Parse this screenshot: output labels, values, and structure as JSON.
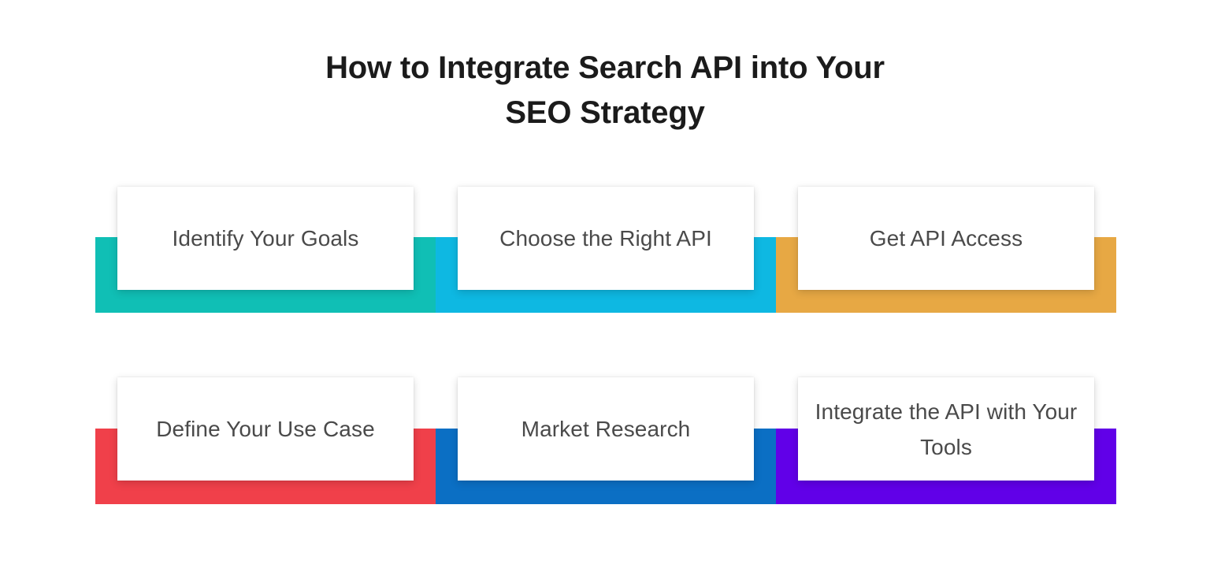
{
  "title": {
    "line1": "How to Integrate Search API into Your",
    "line2": "SEO Strategy",
    "full": "How to Integrate Search API into Your SEO Strategy",
    "color": "#1b1b1b"
  },
  "colors": {
    "background": "#ffffff",
    "card_background": "#ffffff",
    "card_text": "#4a4a4a",
    "teal": "#10bfb5",
    "cyan": "#0eb8e2",
    "orange": "#e7a844",
    "red": "#f0404a",
    "blue": "#0b6fc4",
    "purple": "#6100e8"
  },
  "rows": [
    {
      "name": "row-top",
      "steps": [
        {
          "label": "Identify Your Goals",
          "color": "#10bfb5",
          "color_name": "teal"
        },
        {
          "label": "Choose the Right API",
          "color": "#0eb8e2",
          "color_name": "cyan"
        },
        {
          "label": "Get API Access",
          "color": "#e7a844",
          "color_name": "orange"
        }
      ]
    },
    {
      "name": "row-bottom",
      "steps": [
        {
          "label": "Define Your Use Case",
          "color": "#f0404a",
          "color_name": "red"
        },
        {
          "label": "Market Research",
          "color": "#0b6fc4",
          "color_name": "blue"
        },
        {
          "label": "Integrate the API with Your Tools",
          "color": "#6100e8",
          "color_name": "purple"
        }
      ]
    }
  ]
}
